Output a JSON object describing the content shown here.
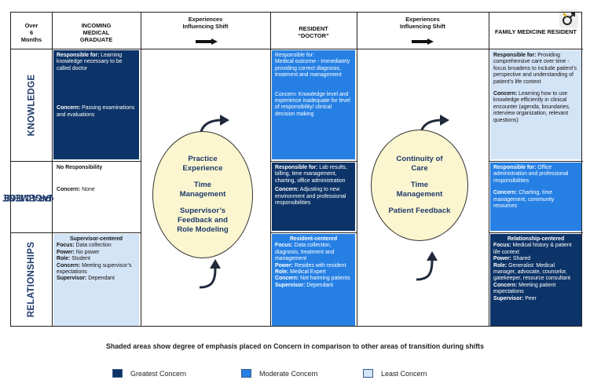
{
  "header": {
    "col0": [
      "Over",
      "6",
      "Months"
    ],
    "col1": [
      "INCOMING",
      "MEDICAL",
      "GRADUATE"
    ],
    "col2": [
      "Experiences",
      "Influencing Shift"
    ],
    "col3": [
      "RESIDENT",
      "“DOCTOR”"
    ],
    "col4": [
      "Experiences",
      "Influencing Shift"
    ],
    "col5": [
      "FAMILY MEDICINE RESIDENT"
    ]
  },
  "rows": {
    "knowledge": "KNOWLEDGE",
    "practice": [
      "PRACTICE",
      "MANAGEMENT"
    ],
    "relationships": "RELATIONSHIPS"
  },
  "cells": {
    "knowledge": {
      "graduate": {
        "resp_label": "Responsible for:",
        "resp_text": " Learning knowledge necessary to be called doctor",
        "concern_label": "Concern:",
        "concern_text": " Passing examinations and evaluations"
      },
      "resident": {
        "resp_label": "Responsible for:",
        "resp_text": "Medical outcome - Immediately providing correct diagnosis, treatment and management",
        "concern_label": "Concern:",
        "concern_text": " Knowledge level and experience inadequate for level of responsibility/ clinical decision making"
      },
      "fm": {
        "resp_label": "Responsible for:",
        "resp_text": " Providing comprehensive care over time - focus broadens to include patient’s perspective and understanding of patient’s life context",
        "concern_label": "Concern:",
        "concern_text": " Learning how to use knowledge efficiently in clinical encounter (agenda, boundaries, interview organization, relevant questions)"
      }
    },
    "practice": {
      "graduate": {
        "resp_text": "No Responsibility",
        "concern_label": "Concern:",
        "concern_text": " None"
      },
      "resident": {
        "resp_label": "Responsible for:",
        "resp_text": " Lab results, billing, time management, charting, office administration",
        "concern_label": "Concern:",
        "concern_text": " Adjusting to new environment and professional responsibilities"
      },
      "fm": {
        "resp_label": "Responsible for:",
        "resp_text": " Office administration and professional responsibilities",
        "concern_label": "Concern:",
        "concern_text": " Charting, time management, community resources"
      }
    },
    "relationships": {
      "graduate": {
        "title": "Supervisor-centered",
        "lines": [
          {
            "label": "Focus:",
            "text": " Data collection"
          },
          {
            "label": "Power:",
            "text": " No power"
          },
          {
            "label": "Role:",
            "text": " Student"
          },
          {
            "label": "Concern:",
            "text": "  Meeting supervisor’s expectations"
          },
          {
            "label": "Supervisor:",
            "text": " Dependant"
          }
        ]
      },
      "resident": {
        "title": "Resident-centered",
        "lines": [
          {
            "label": "Focus:",
            "text": " Data collection, diagnosis, treatment and management"
          },
          {
            "label": "Power:",
            "text": " Resides with resident"
          },
          {
            "label": "Role:",
            "text": " Medical Expert"
          },
          {
            "label": "Concern:",
            "text": "  Not harming patients"
          },
          {
            "label": "Supervisor:",
            "text": " Dependant"
          }
        ]
      },
      "fm": {
        "title": "Relationship-centered",
        "lines": [
          {
            "label": "Focus:",
            "text": " Medical history & patient life context"
          },
          {
            "label": "Power:",
            "text": " Shared"
          },
          {
            "label": "Role:",
            "text": " Generalist: Medical manager, advocate, counselor, gatekeeper, resource consultant"
          },
          {
            "label": "Concern:",
            "text": " Meeting patient expectations"
          },
          {
            "label": "Supervisor:",
            "text": " Peer"
          }
        ]
      }
    }
  },
  "ovals": {
    "left": [
      [
        "Practice",
        "Experience"
      ],
      [
        "Time",
        "Management"
      ],
      [
        "Supervisor’s",
        "Feedback and",
        "Role Modeling"
      ]
    ],
    "right": [
      [
        "Continuity of",
        "Care"
      ],
      [
        "Time",
        "Management"
      ],
      [
        "Patient Feedback"
      ]
    ]
  },
  "caption": "Shaded areas show degree of emphasis placed on Concern in comparison to other areas of transition during shifts",
  "legend": [
    {
      "label": "Greatest Concern",
      "color": "#0d3468"
    },
    {
      "label": "Moderate Concern",
      "color": "#2680e4"
    },
    {
      "label": "Least Concern",
      "color": "#d4e4f7"
    }
  ],
  "colors": {
    "dark": "#0d3468",
    "moderate": "#2680e4",
    "light": "#d4e4f7",
    "oval": "#fbf6cf",
    "label": "#1e3a6b"
  },
  "icons": {
    "corner": "male-female-symbol-icon",
    "arrows": "curved-arrow-icon"
  }
}
